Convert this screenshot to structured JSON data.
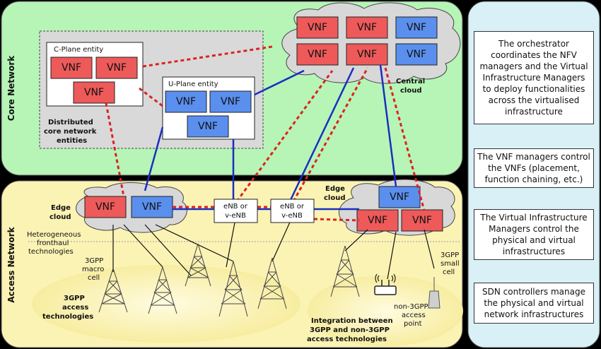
{
  "regions": {
    "core_label": "Core Network",
    "access_label": "Access Network"
  },
  "central_cloud": {
    "label_line1": "Central",
    "label_line2": "cloud",
    "vnfs": [
      "VNF",
      "VNF",
      "VNF",
      "VNF",
      "VNF",
      "VNF"
    ]
  },
  "distributed": {
    "label_line1": "Distributed",
    "label_line2": "core network",
    "label_line3": "entities",
    "cplane_title": "C-Plane entity",
    "uplane_title": "U-Plane entity",
    "vnf": "VNF"
  },
  "edge_left": {
    "label_line1": "Edge",
    "label_line2": "cloud",
    "vnf": "VNF"
  },
  "edge_right": {
    "label_line1": "Edge",
    "label_line2": "cloud",
    "vnf": "VNF"
  },
  "enb": {
    "line1": "eNB or",
    "line2": "v-eNB"
  },
  "fronthaul": {
    "line1": "Heterogeneous",
    "line2": "fronthaul",
    "line3": "technologies"
  },
  "macro_cell": {
    "line1": "3GPP",
    "line2": "macro",
    "line3": "cell"
  },
  "small_cell": {
    "line1": "3GPP",
    "line2": "small",
    "line3": "cell"
  },
  "access_tech": {
    "line1": "3GPP",
    "line2": "access",
    "line3": "technologies"
  },
  "integration": {
    "line1": "Integration between",
    "line2": "3GPP and non-3GPP",
    "line3": "access technologies"
  },
  "non3gpp": {
    "line1": "non-3GPP",
    "line2": "access",
    "line3": "point"
  },
  "info": [
    "The orchestrator coordinates the NFV managers and the Virtual Infrastructure Managers to deploy functionalities across the virtualised infrastructure",
    "The VNF managers control the VNFs (placement, function chaining, etc.)",
    "The Virtual Infrastructure Managers control the physical and virtual infrastructures",
    "SDN controllers manage the physical and virtual network infrastructures"
  ],
  "colors": {
    "core_bg": "#b6f5b6",
    "access_bg": "#fbf3b4",
    "panel_bg": "#d9f0f7",
    "vnf_red": "#ee5a5a",
    "vnf_blue": "#5a8fee"
  }
}
